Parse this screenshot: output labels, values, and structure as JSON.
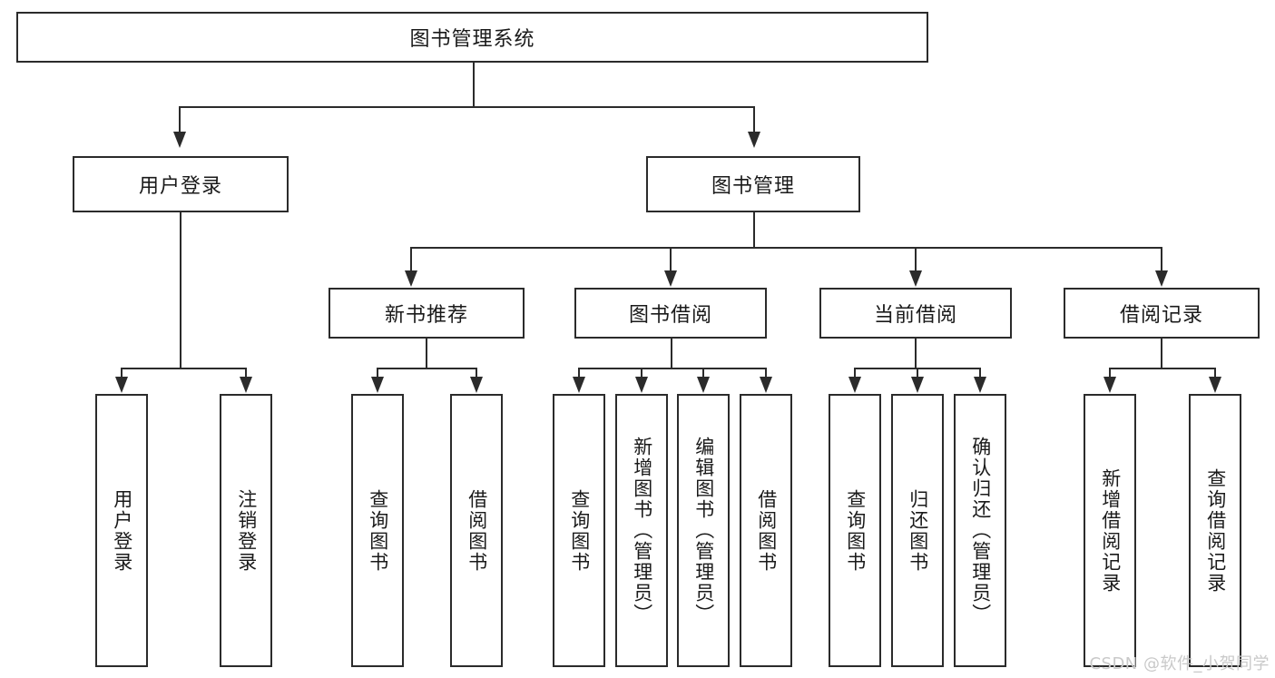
{
  "diagram": {
    "title": "图书管理系统",
    "type": "hierarchy-tree",
    "root": {
      "label": "图书管理系统"
    },
    "level2": [
      {
        "label": "用户登录"
      },
      {
        "label": "图书管理"
      }
    ],
    "level3": [
      {
        "label": "新书推荐"
      },
      {
        "label": "图书借阅"
      },
      {
        "label": "当前借阅"
      },
      {
        "label": "借阅记录"
      }
    ],
    "leaves": {
      "user_login": [
        {
          "label": "用户登录"
        },
        {
          "label": "注销登录"
        }
      ],
      "new_book_recommend": [
        {
          "label": "查询图书"
        },
        {
          "label": "借阅图书"
        }
      ],
      "book_borrow": [
        {
          "label": "查询图书"
        },
        {
          "label": "新增图书（管理员）"
        },
        {
          "label": "编辑图书（管理员）"
        },
        {
          "label": "借阅图书"
        }
      ],
      "current_borrow": [
        {
          "label": "查询图书"
        },
        {
          "label": "归还图书"
        },
        {
          "label": "确认归还（管理员）"
        }
      ],
      "borrow_record": [
        {
          "label": "新增借阅记录"
        },
        {
          "label": "查询借阅记录"
        }
      ]
    },
    "watermark": "CSDN @软件_小贺同学",
    "colors": {
      "stroke": "#2b2b2b",
      "fill": "#ffffff",
      "text": "#1a1a1a",
      "watermark": "#c9c9c9"
    }
  }
}
